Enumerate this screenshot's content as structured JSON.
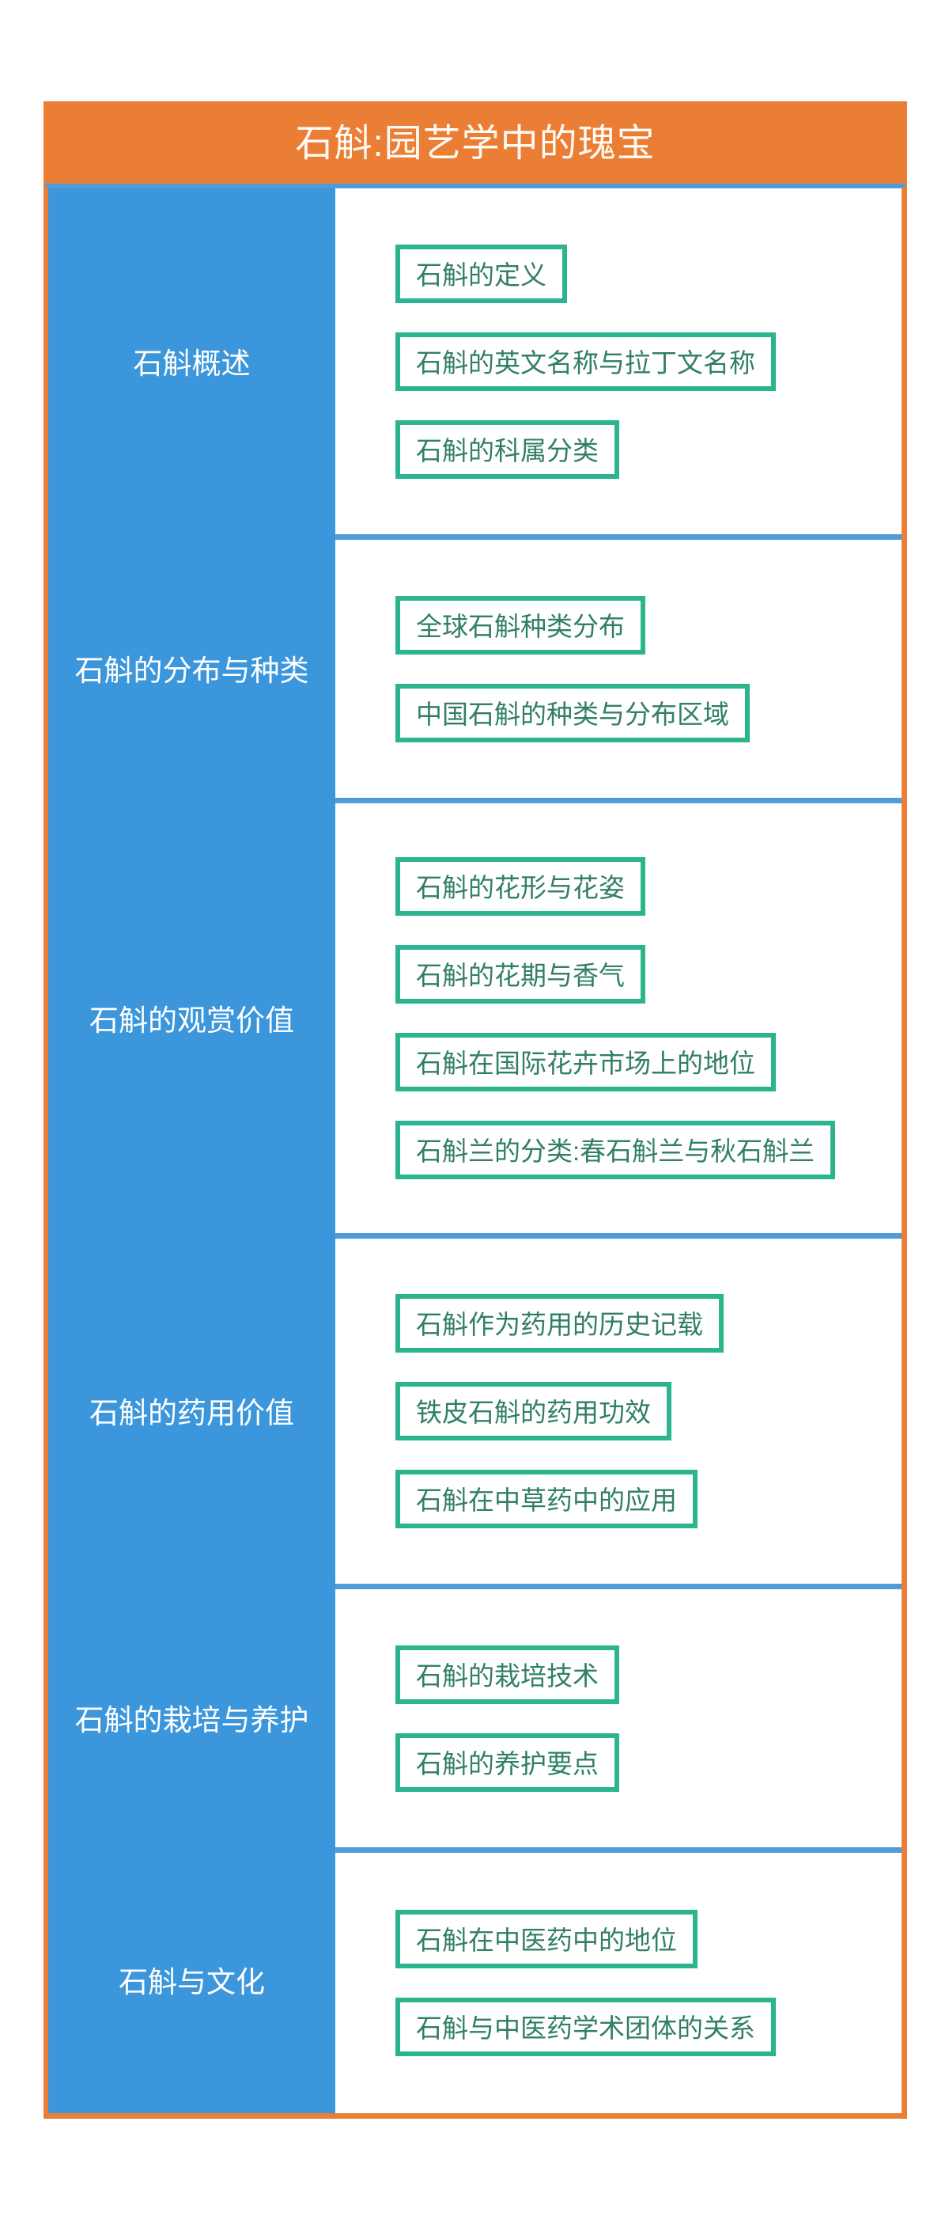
{
  "title": "石斛:园艺学中的瑰宝",
  "colors": {
    "orange": "#EA7E35",
    "sidebar_blue": "#3B96DB",
    "divider_blue": "#4E9CD9",
    "node_border_green": "#2BB48E",
    "node_text_green": "#317F64",
    "header_text": "#FFFAF3",
    "sidebar_text": "#FFFFFF"
  },
  "sections": [
    {
      "label": "石斛概述",
      "items": [
        "石斛的定义",
        "石斛的英文名称与拉丁文名称",
        "石斛的科属分类"
      ]
    },
    {
      "label": "石斛的分布与种类",
      "items": [
        "全球石斛种类分布",
        "中国石斛的种类与分布区域"
      ]
    },
    {
      "label": "石斛的观赏价值",
      "items": [
        "石斛的花形与花姿",
        "石斛的花期与香气",
        "石斛在国际花卉市场上的地位",
        "石斛兰的分类:春石斛兰与秋石斛兰"
      ]
    },
    {
      "label": "石斛的药用价值",
      "items": [
        "石斛作为药用的历史记载",
        "铁皮石斛的药用功效",
        "石斛在中草药中的应用"
      ]
    },
    {
      "label": "石斛的栽培与养护",
      "items": [
        "石斛的栽培技术",
        "石斛的养护要点"
      ]
    },
    {
      "label": "石斛与文化",
      "items": [
        "石斛在中医药中的地位",
        "石斛与中医药学术团体的关系"
      ]
    }
  ]
}
